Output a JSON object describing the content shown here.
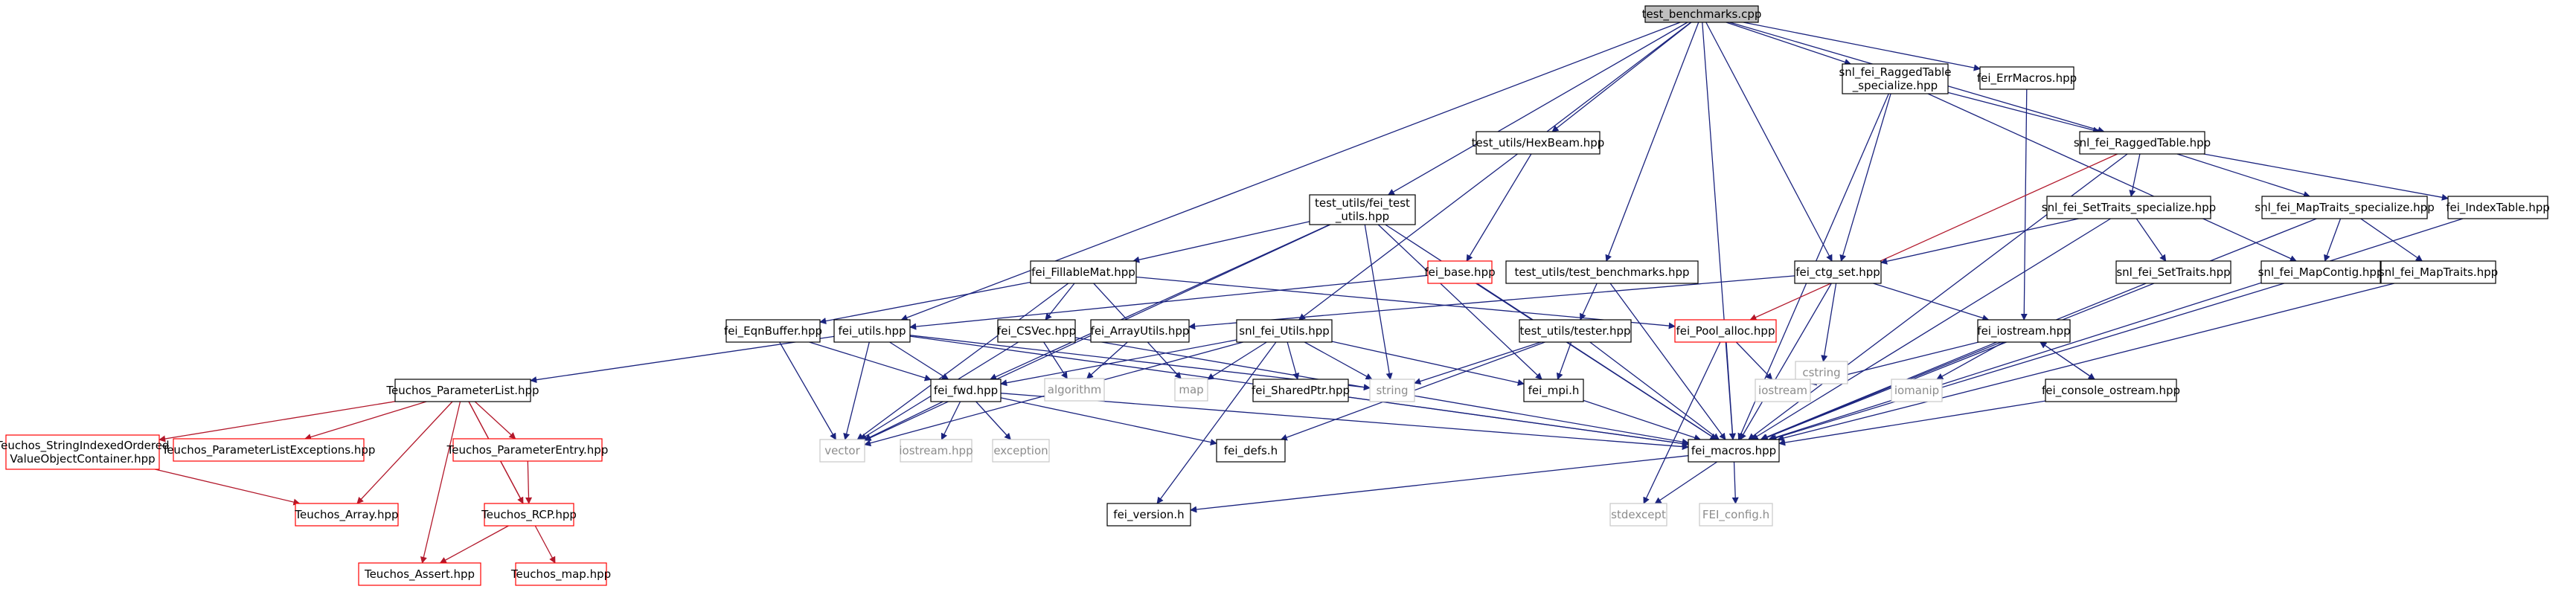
{
  "graph": {
    "title": "test_benchmarks.cpp",
    "colors": {
      "edge": "#1a237e",
      "edge_red": "#b2182b",
      "box_border_black": "#000000",
      "box_border_red": "#ff0000",
      "root_fill": "#bfbfbf",
      "gray_text": "#8c8c8c"
    },
    "nodes": [
      {
        "id": "root",
        "label": [
          "test_benchmarks.cpp"
        ],
        "style": "root"
      },
      {
        "id": "ragged_spec",
        "label": [
          "snl_fei_RaggedTable",
          "_specialize.hpp"
        ],
        "style": "black"
      },
      {
        "id": "errmacros",
        "label": [
          "fei_ErrMacros.hpp"
        ],
        "style": "black"
      },
      {
        "id": "ragged",
        "label": [
          "snl_fei_RaggedTable.hpp"
        ],
        "style": "black"
      },
      {
        "id": "hexbeam",
        "label": [
          "test_utils/HexBeam.hpp"
        ],
        "style": "black"
      },
      {
        "id": "fei_test_utils",
        "label": [
          "test_utils/fei_test",
          "_utils.hpp"
        ],
        "style": "black"
      },
      {
        "id": "settraits_spec",
        "label": [
          "snl_fei_SetTraits_specialize.hpp"
        ],
        "style": "black"
      },
      {
        "id": "maptraits_spec",
        "label": [
          "snl_fei_MapTraits_specialize.hpp"
        ],
        "style": "black"
      },
      {
        "id": "indextable",
        "label": [
          "fei_IndexTable.hpp"
        ],
        "style": "black"
      },
      {
        "id": "fei_base",
        "label": [
          "fei_base.hpp"
        ],
        "style": "red"
      },
      {
        "id": "tu_bench",
        "label": [
          "test_utils/test_benchmarks.hpp"
        ],
        "style": "black"
      },
      {
        "id": "fillablemat",
        "label": [
          "fei_FillableMat.hpp"
        ],
        "style": "black"
      },
      {
        "id": "ctg_set",
        "label": [
          "fei_ctg_set.hpp"
        ],
        "style": "black"
      },
      {
        "id": "settraits",
        "label": [
          "snl_fei_SetTraits.hpp"
        ],
        "style": "black"
      },
      {
        "id": "mapcontig",
        "label": [
          "snl_fei_MapContig.hpp"
        ],
        "style": "black"
      },
      {
        "id": "maptraits",
        "label": [
          "snl_fei_MapTraits.hpp"
        ],
        "style": "black"
      },
      {
        "id": "eqnbuffer",
        "label": [
          "fei_EqnBuffer.hpp"
        ],
        "style": "black"
      },
      {
        "id": "fei_utils",
        "label": [
          "fei_utils.hpp"
        ],
        "style": "black"
      },
      {
        "id": "csvec",
        "label": [
          "fei_CSVec.hpp"
        ],
        "style": "black"
      },
      {
        "id": "arrayutils",
        "label": [
          "fei_ArrayUtils.hpp"
        ],
        "style": "black"
      },
      {
        "id": "snl_utils",
        "label": [
          "snl_fei_Utils.hpp"
        ],
        "style": "black"
      },
      {
        "id": "tester",
        "label": [
          "test_utils/tester.hpp"
        ],
        "style": "black"
      },
      {
        "id": "pool_alloc",
        "label": [
          "fei_Pool_alloc.hpp"
        ],
        "style": "red"
      },
      {
        "id": "cstring",
        "label": [
          "cstring"
        ],
        "style": "gray"
      },
      {
        "id": "fei_iostream",
        "label": [
          "fei_iostream.hpp"
        ],
        "style": "black"
      },
      {
        "id": "paramlist",
        "label": [
          "Teuchos_ParameterList.hpp"
        ],
        "style": "black"
      },
      {
        "id": "algorithm",
        "label": [
          "algorithm"
        ],
        "style": "gray"
      },
      {
        "id": "map",
        "label": [
          "map"
        ],
        "style": "gray"
      },
      {
        "id": "fei_fwd",
        "label": [
          "fei_fwd.hpp"
        ],
        "style": "black"
      },
      {
        "id": "sharedptr",
        "label": [
          "fei_SharedPtr.hpp"
        ],
        "style": "black"
      },
      {
        "id": "string",
        "label": [
          "string"
        ],
        "style": "gray"
      },
      {
        "id": "fei_mpi",
        "label": [
          "fei_mpi.h"
        ],
        "style": "black"
      },
      {
        "id": "iostream",
        "label": [
          "iostream"
        ],
        "style": "gray"
      },
      {
        "id": "iomanip",
        "label": [
          "iomanip"
        ],
        "style": "gray"
      },
      {
        "id": "console_ostream",
        "label": [
          "fei_console_ostream.hpp"
        ],
        "style": "black"
      },
      {
        "id": "sioc",
        "label": [
          "Teuchos_StringIndexedOrdered",
          "ValueObjectContainer.hpp"
        ],
        "style": "red"
      },
      {
        "id": "plexceptions",
        "label": [
          "Teuchos_ParameterListExceptions.hpp"
        ],
        "style": "red"
      },
      {
        "id": "paramentry",
        "label": [
          "Teuchos_ParameterEntry.hpp"
        ],
        "style": "red"
      },
      {
        "id": "vector",
        "label": [
          "vector"
        ],
        "style": "gray"
      },
      {
        "id": "iostream_hpp",
        "label": [
          "iostream.hpp"
        ],
        "style": "gray"
      },
      {
        "id": "exception",
        "label": [
          "exception"
        ],
        "style": "gray"
      },
      {
        "id": "fei_defs",
        "label": [
          "fei_defs.h"
        ],
        "style": "black"
      },
      {
        "id": "fei_macros",
        "label": [
          "fei_macros.hpp"
        ],
        "style": "black"
      },
      {
        "id": "teuchos_array",
        "label": [
          "Teuchos_Array.hpp"
        ],
        "style": "red"
      },
      {
        "id": "rcp",
        "label": [
          "Teuchos_RCP.hpp"
        ],
        "style": "red"
      },
      {
        "id": "fei_version",
        "label": [
          "fei_version.h"
        ],
        "style": "black"
      },
      {
        "id": "stdexcept",
        "label": [
          "stdexcept"
        ],
        "style": "gray"
      },
      {
        "id": "fei_config",
        "label": [
          "FEI_config.h"
        ],
        "style": "gray"
      },
      {
        "id": "teuchos_assert",
        "label": [
          "Teuchos_Assert.hpp"
        ],
        "style": "red"
      },
      {
        "id": "teuchos_map",
        "label": [
          "Teuchos_map.hpp"
        ],
        "style": "red"
      }
    ]
  }
}
